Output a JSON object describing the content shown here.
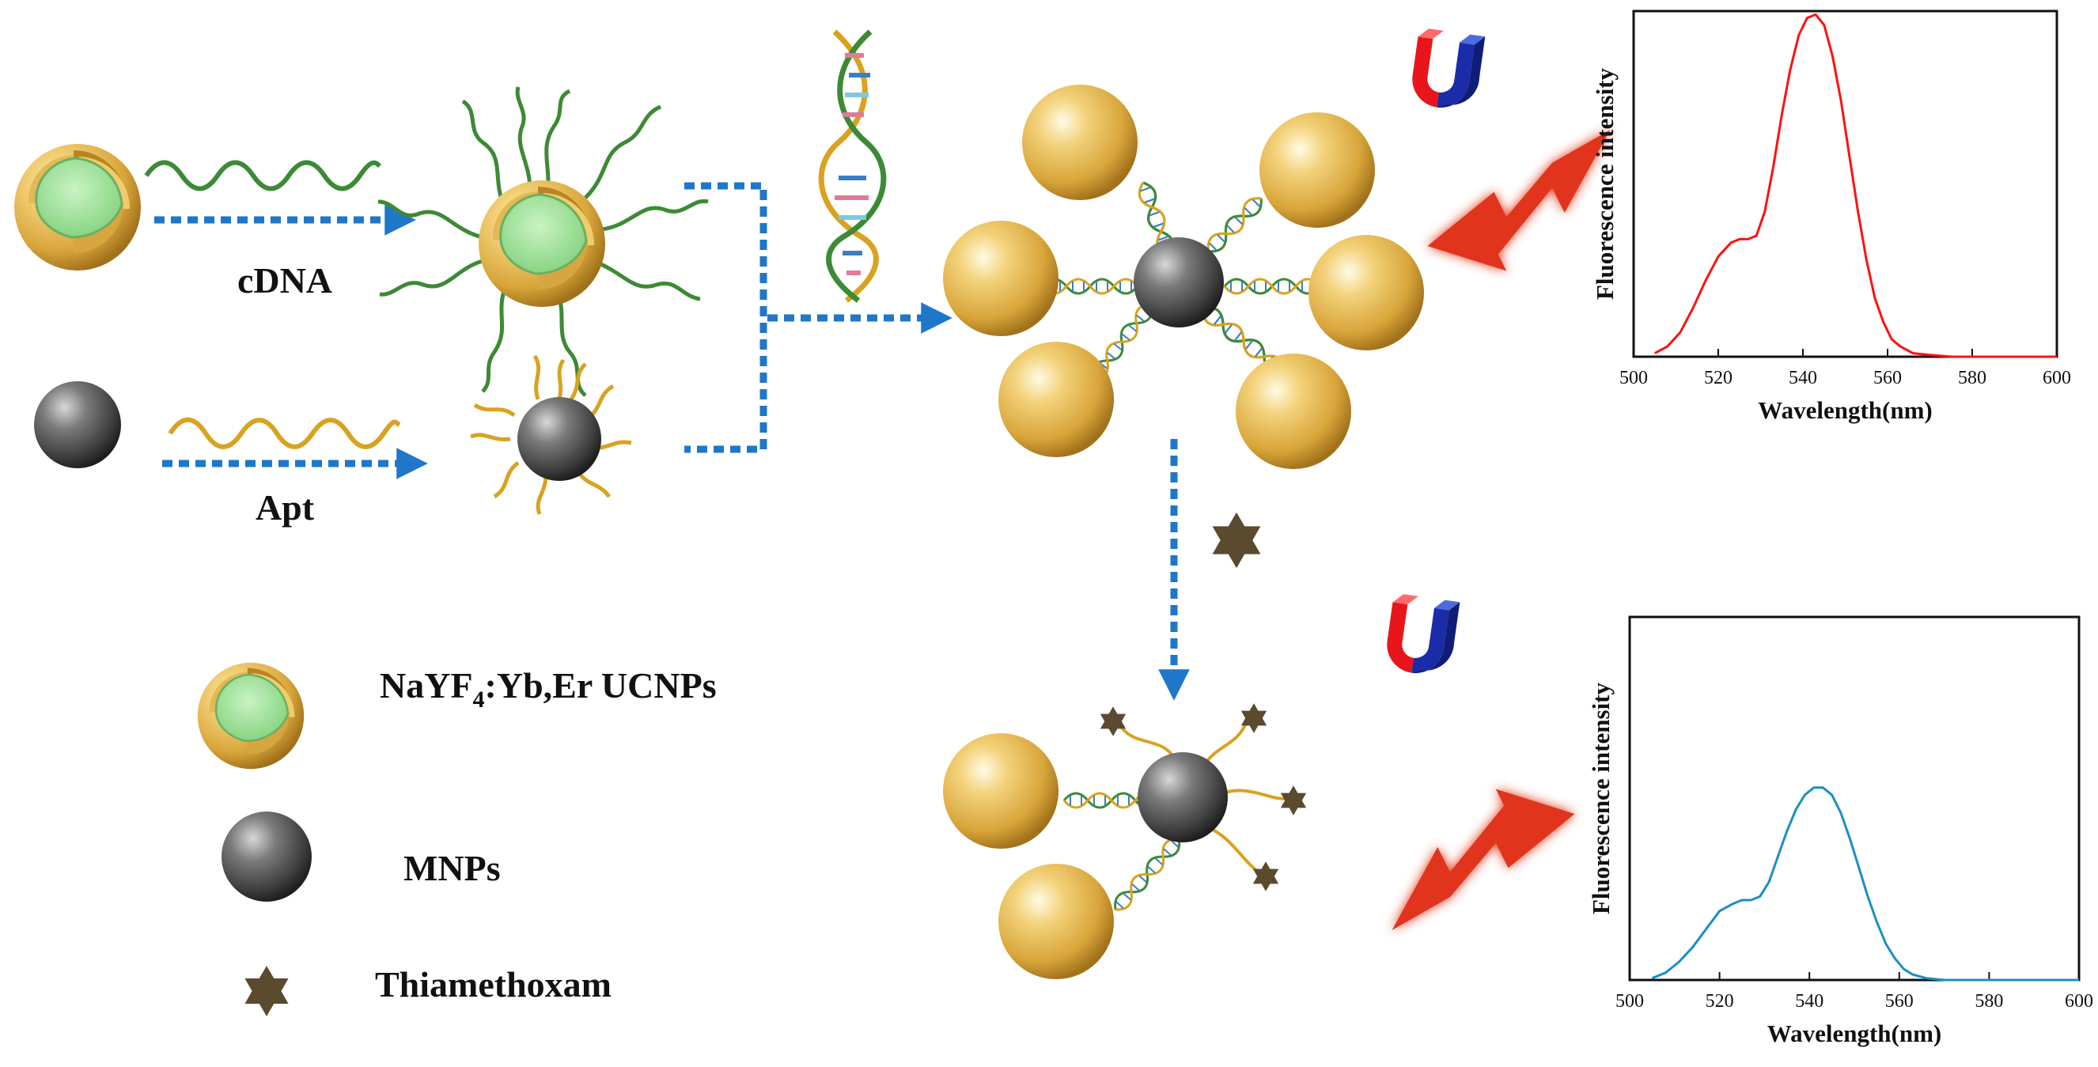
{
  "labels": {
    "cdna": "cDNA",
    "apt": "Apt"
  },
  "legend": {
    "ucnp_prefix": "NaYF",
    "ucnp_sub": "4",
    "ucnp_suffix": ":Yb,Er UCNPs",
    "mnp": "MNPs",
    "target": "Thiamethoxam"
  },
  "colors": {
    "arrow": "#1f77c9",
    "ucnp_shell": "#e2b455",
    "ucnp_core": "#9fdf9a",
    "mnp": "#4a4a4a",
    "cdna_strand": "#3d8a35",
    "apt_strand": "#d9a21f",
    "target_star": "#5a4a2e",
    "lightning": "#e0361a",
    "spectrum_high": "#ff1010",
    "spectrum_low": "#1a8fc4"
  },
  "icons": [
    "magnet-icon",
    "lightning-icon",
    "star-icon",
    "dna-helix-icon"
  ],
  "chart_data": [
    {
      "type": "line",
      "title": "",
      "xlabel": "Wavelength(nm)",
      "ylabel": "Fluorescence intensity",
      "xlim": [
        500,
        600
      ],
      "xticks": [
        500,
        520,
        540,
        560,
        580,
        600
      ],
      "ylim": [
        0,
        1
      ],
      "series": [
        {
          "color": "#ff1010",
          "x": [
            505,
            508,
            511,
            514,
            517,
            520,
            523,
            525,
            527,
            529,
            531,
            533,
            535,
            537,
            539,
            541,
            543,
            545,
            547,
            549,
            551,
            553,
            555,
            557,
            559,
            561,
            563,
            566,
            570,
            575,
            580,
            590,
            600
          ],
          "y": [
            0.01,
            0.03,
            0.07,
            0.14,
            0.22,
            0.29,
            0.33,
            0.34,
            0.34,
            0.35,
            0.42,
            0.55,
            0.7,
            0.83,
            0.93,
            0.98,
            0.99,
            0.96,
            0.87,
            0.74,
            0.58,
            0.42,
            0.28,
            0.17,
            0.1,
            0.05,
            0.03,
            0.01,
            0.005,
            0.0,
            0.0,
            0.0,
            0.0
          ]
        }
      ]
    },
    {
      "type": "line",
      "title": "",
      "xlabel": "Wavelength(nm)",
      "ylabel": "Fluorescence intensity",
      "xlim": [
        500,
        600
      ],
      "xticks": [
        500,
        520,
        540,
        560,
        580,
        600
      ],
      "ylim": [
        0,
        1
      ],
      "series": [
        {
          "color": "#1a8fc4",
          "x": [
            505,
            508,
            511,
            514,
            517,
            520,
            523,
            525,
            527,
            529,
            531,
            533,
            535,
            537,
            539,
            541,
            543,
            545,
            547,
            549,
            551,
            553,
            555,
            557,
            559,
            561,
            563,
            566,
            570,
            575,
            580,
            590,
            600
          ],
          "y": [
            0.005,
            0.02,
            0.05,
            0.09,
            0.14,
            0.19,
            0.21,
            0.22,
            0.22,
            0.23,
            0.27,
            0.34,
            0.41,
            0.47,
            0.51,
            0.53,
            0.53,
            0.51,
            0.46,
            0.39,
            0.31,
            0.23,
            0.16,
            0.1,
            0.06,
            0.03,
            0.015,
            0.005,
            0.0,
            0.0,
            0.0,
            0.0,
            0.0
          ]
        }
      ]
    }
  ]
}
